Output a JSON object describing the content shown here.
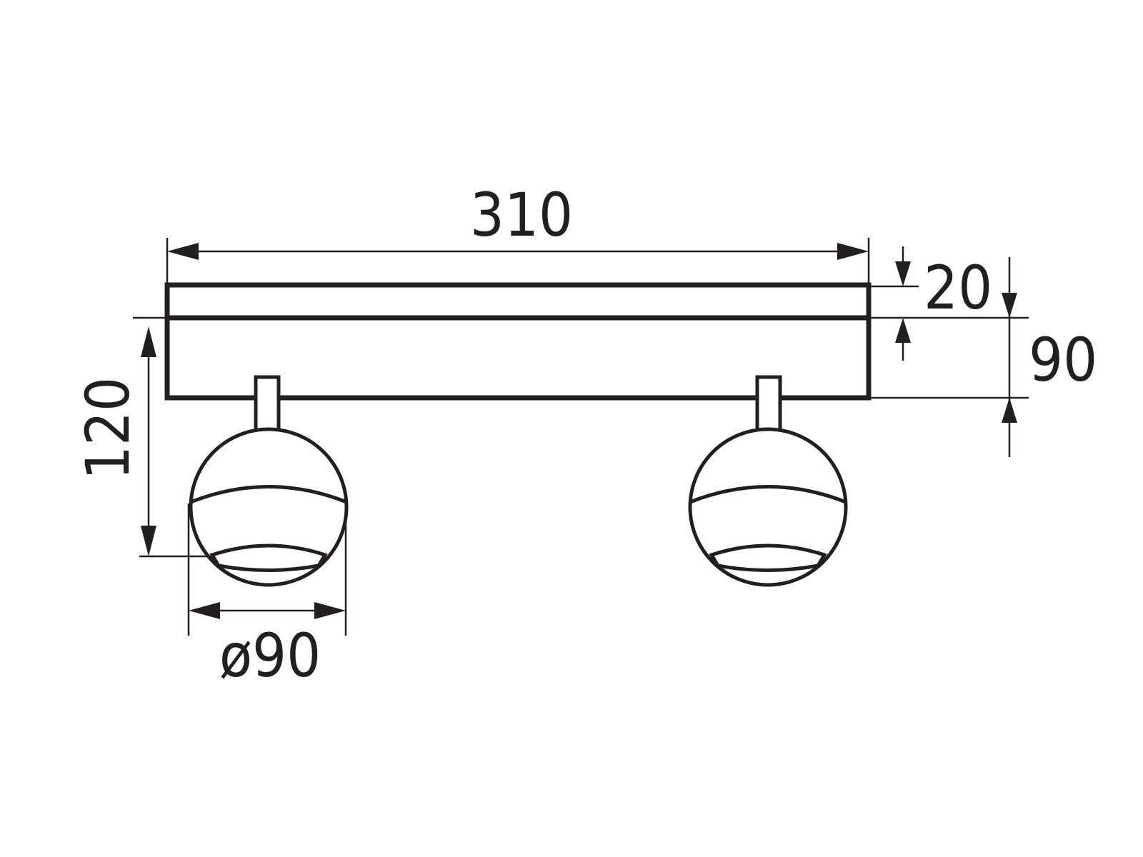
{
  "dimensions": {
    "length": "310",
    "canopy_height": "20",
    "body_height": "90",
    "total_height": "120",
    "head_diameter": "ø90"
  },
  "colors": {
    "line": "#231f20",
    "background": "#ffffff"
  }
}
